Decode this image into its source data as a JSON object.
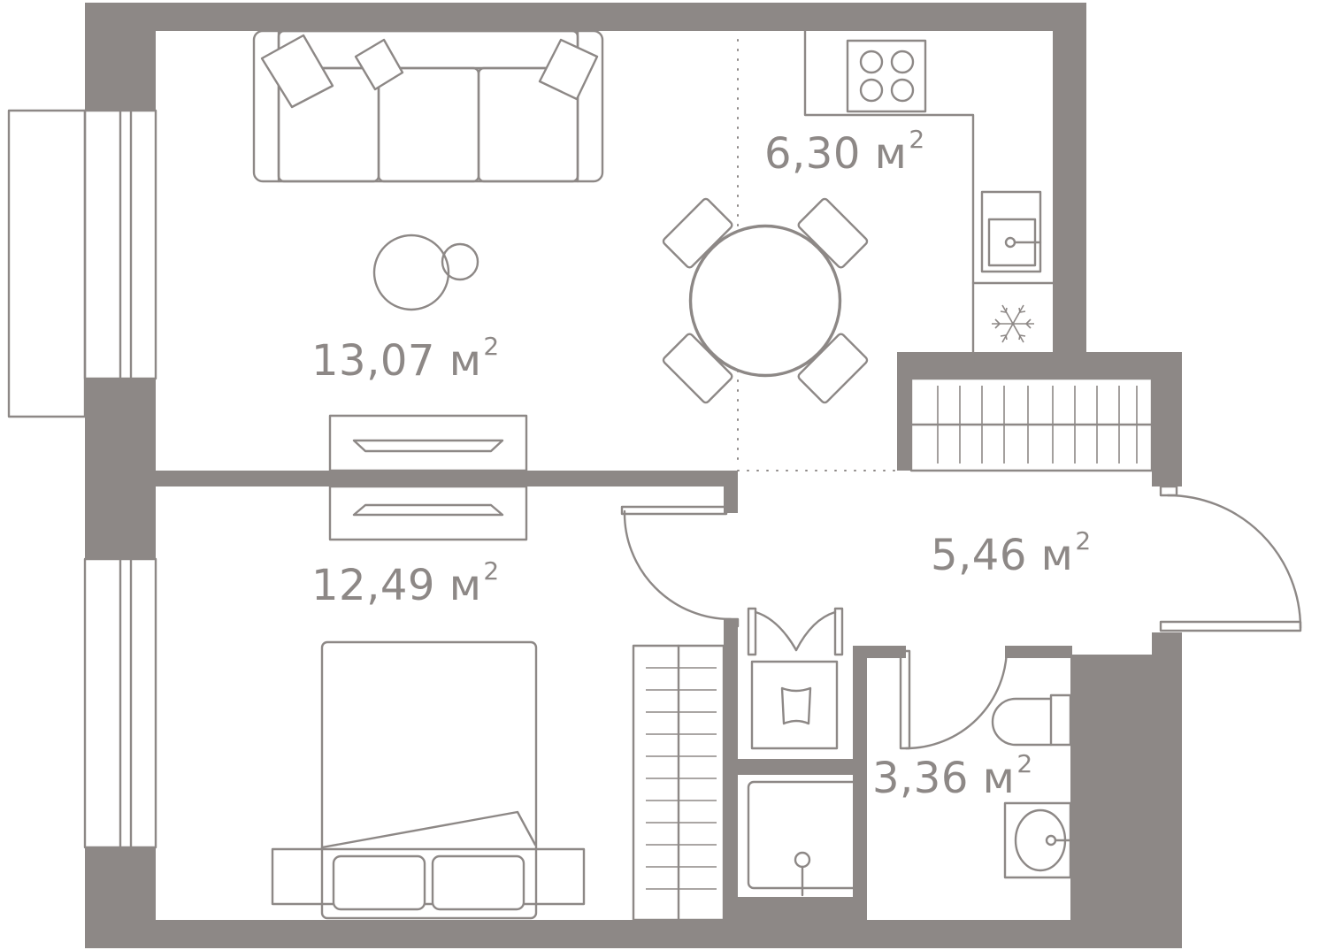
{
  "rooms": {
    "living": {
      "area": "13,07",
      "unit": "м",
      "power": "2"
    },
    "kitchen": {
      "area": "6,30",
      "unit": "м",
      "power": "2"
    },
    "bedroom": {
      "area": "12,49",
      "unit": "м",
      "power": "2"
    },
    "hall": {
      "area": "5,46",
      "unit": "м",
      "power": "2"
    },
    "bathroom": {
      "area": "3,36",
      "unit": "м",
      "power": "2"
    }
  },
  "colors": {
    "wall": "#8d8886",
    "background": "#ffffff"
  },
  "icons": [
    "snowflake-icon",
    "stove-icon",
    "sink-icon",
    "toilet-icon",
    "washbasin-icon",
    "shower-icon",
    "washing-machine-icon"
  ]
}
